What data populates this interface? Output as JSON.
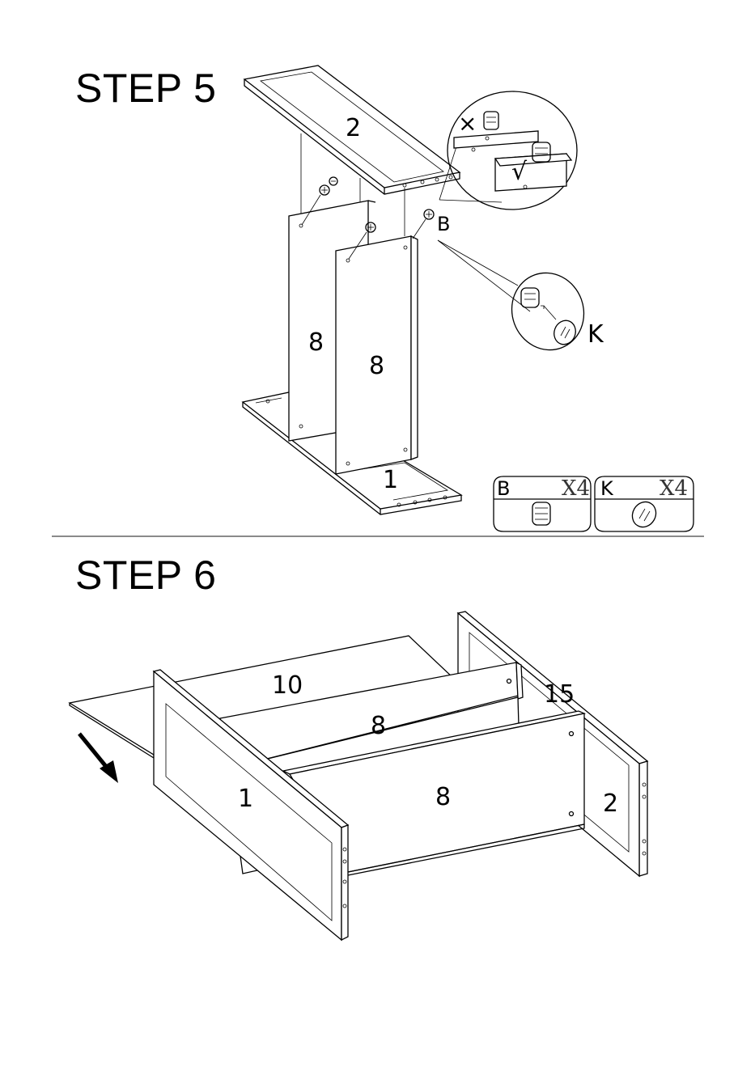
{
  "steps": [
    {
      "title": "STEP 5",
      "part_labels": {
        "top_panel": "2",
        "bottom_panel": "1",
        "divider_left": "8",
        "divider_right": "8"
      },
      "callout_labels": {
        "cam_bolt": "B",
        "cap": "K"
      },
      "detail_marks": {
        "wrong": "×",
        "right": "√"
      },
      "hardware": [
        {
          "letter": "B",
          "qty": "X4",
          "icon": "cam-bolt-icon"
        },
        {
          "letter": "K",
          "qty": "X4",
          "icon": "cover-cap-icon"
        }
      ]
    },
    {
      "title": "STEP 6",
      "part_labels": {
        "back_panel": "10",
        "divider_back": "8",
        "divider_front": "8",
        "left_panel": "1",
        "right_panel": "2",
        "rail": "15"
      },
      "arrow": "arrow-down-right-icon"
    }
  ]
}
